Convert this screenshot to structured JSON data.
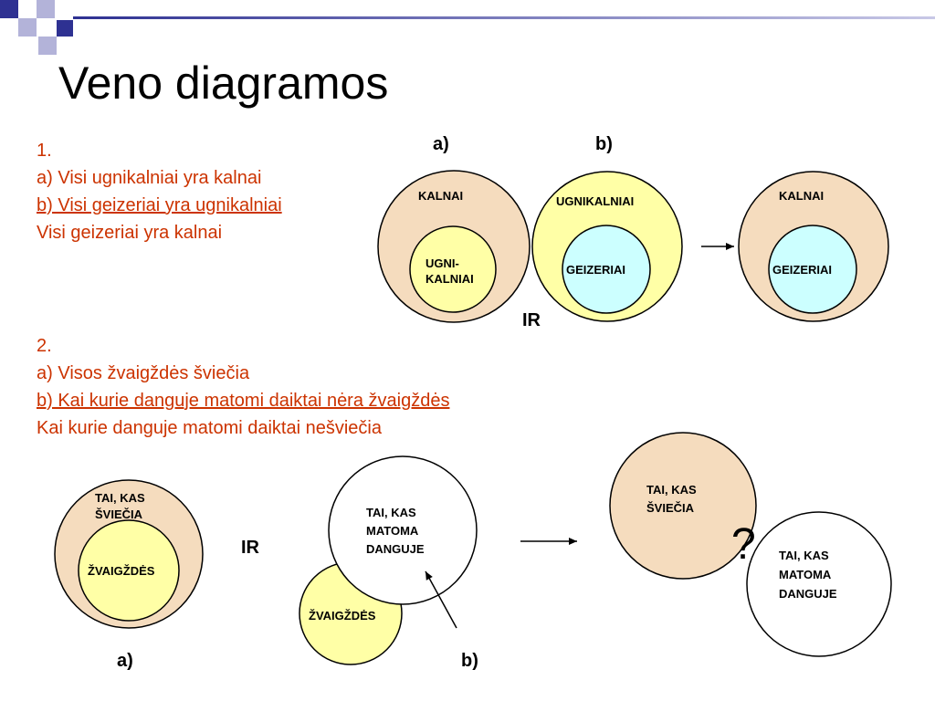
{
  "title": "Veno diagramos",
  "colors": {
    "text_red": "#cc3300",
    "peach_fill": "#f5dcbe",
    "yellow_fill": "#ffffa6",
    "cyan_fill": "#ccffff",
    "white_fill": "#ffffff",
    "stroke": "#000000",
    "deco_navy": "#2e3192",
    "deco_lavender": "#b3b3d9"
  },
  "block1": {
    "number": "1.",
    "line_a": "a) Visi ugnikalniai yra kalnai",
    "line_b": "b) Visi geizeriai yra ugnikalniai",
    "conclusion": "Visi geizeriai yra kalnai"
  },
  "block2": {
    "number": "2.",
    "line_a": "a) Visos žvaigždės šviečia",
    "line_b": "b) Kai kurie danguje matomi daiktai nėra žvaigždės",
    "conclusion": "Kai kurie danguje matomi daiktai nešviečia"
  },
  "diagram1": {
    "label_a": "a)",
    "label_b": "b)",
    "connector": "IR",
    "a_outer": "KALNAI",
    "a_inner_line1": "UGNI-",
    "a_inner_line2": "KALNIAI",
    "b_outer": "UGNIKALNIAI",
    "b_inner": "GEIZERIAI",
    "result_outer": "KALNAI",
    "result_inner": "GEIZERIAI"
  },
  "diagram2": {
    "label_a": "a)",
    "label_b": "b)",
    "connector": "IR",
    "question": "?",
    "a_outer_line1": "TAI, KAS",
    "a_outer_line2": "ŠVIEČIA",
    "a_inner": "ŽVAIGŽDĖS",
    "b_outer_line1": "TAI, KAS",
    "b_outer_line2": "MATOMA",
    "b_outer_line3": "DANGUJE",
    "b_small": "ŽVAIGŽDĖS",
    "result_top_line1": "TAI, KAS",
    "result_top_line2": "ŠVIEČIA",
    "result_bottom_line1": "TAI, KAS",
    "result_bottom_line2": "MATOMA",
    "result_bottom_line3": "DANGUJE"
  }
}
